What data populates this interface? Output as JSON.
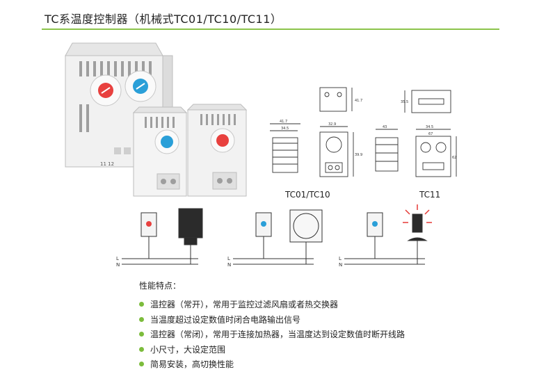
{
  "title": "TC系温度控制器（机械式TC01/TC10/TC11）",
  "colors": {
    "accent": "#8bc34a",
    "bullet": "#7cbc3c",
    "red_dial": "#e8413f",
    "blue_dial": "#2a9fd8"
  },
  "photo": {
    "label_terminals": "11 12"
  },
  "drawings": {
    "tc01_tc10": {
      "label": "TC01/TC10",
      "dims": [
        "41.7",
        "34.5",
        "32.9",
        "41.7",
        "39.9"
      ]
    },
    "tc11": {
      "label": "TC11",
      "dims": [
        "35.5",
        "43",
        "34.5",
        "67",
        "62"
      ]
    }
  },
  "wiring": {
    "line_label": "L",
    "neutral_label": "N"
  },
  "features": {
    "heading": "性能特点：",
    "items": [
      "温控器（常开），常用于监控过滤风扇或者热交换器",
      "当温度超过设定数值时闭合电路输出信号",
      "温控器（常闭），常用于连接加热器，当温度达到设定数值时断开线路",
      "小尺寸，大设定范围",
      "简易安装，高切换性能"
    ]
  }
}
